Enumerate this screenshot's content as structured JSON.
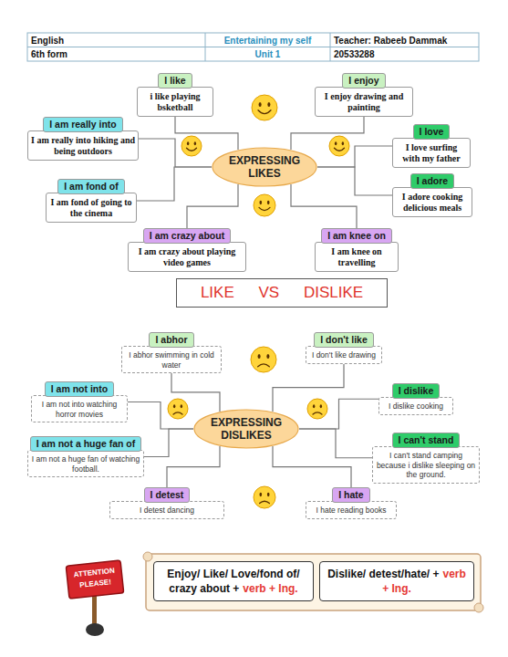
{
  "diagram": {
    "nodes": [
      {
        "text": [
          "EXPRESSING LIKES"
        ]
      },
      {
        "text": [
          "I like",
          "i like playing bsketball"
        ]
      },
      {
        "text": [
          "I enjoy",
          "I enjoy drawing and painting"
        ]
      },
      {
        "text": [
          "I am really into",
          "I am really into hiking and being outdoors"
        ]
      },
      {
        "text": [
          "I love",
          "I love surfing with my father"
        ]
      },
      {
        "text": [
          "I am fond of",
          "I am fond of going to the cinema"
        ]
      },
      {
        "text": [
          "I adore",
          "I adore cooking delicious meals"
        ]
      },
      {
        "text": [
          "I am crazy about",
          "I am crazy about playing video games"
        ]
      },
      {
        "text": [
          "I am knee on",
          "I am knee on travelling"
        ]
      },
      {
        "text": [
          "LIKE VS DISLIKE"
        ]
      },
      {
        "text": [
          "EXPRESSING DISLIKES"
        ]
      },
      {
        "text": [
          "I abhor",
          "I abhor swimming in cold water"
        ]
      },
      {
        "text": [
          "I don't like",
          "I don't like drawing"
        ]
      },
      {
        "text": [
          "I am not into",
          "I am not into watching horror movies"
        ]
      },
      {
        "text": [
          "I dislike",
          "I dislike cooking"
        ]
      },
      {
        "text": [
          "I am not a huge fan of",
          "I am not a huge fan of watching football."
        ]
      },
      {
        "text": [
          "I can't stand",
          "I can't stand camping because i dislike sleeping on the ground."
        ]
      },
      {
        "text": [
          "I detest",
          "I detest dancing"
        ]
      },
      {
        "text": [
          "I hate",
          "I hate reading books"
        ]
      },
      {
        "text": [
          "Enjoy/ Like/ Love/fond of/ crazy about +",
          "verb + Ing."
        ]
      },
      {
        "text": [
          "Dislike/ detest/hate/ +",
          "verb + Ing."
        ]
      }
    ],
    "edges": [
      {
        "from": 0,
        "to": 1,
        "arrow": "none"
      },
      {
        "from": 0,
        "to": 2,
        "arrow": "none"
      },
      {
        "from": 0,
        "to": 3,
        "arrow": "none"
      },
      {
        "from": 0,
        "to": 4,
        "arrow": "none"
      },
      {
        "from": 0,
        "to": 5,
        "arrow": "none"
      },
      {
        "from": 0,
        "to": 6,
        "arrow": "none"
      },
      {
        "from": 0,
        "to": 7,
        "arrow": "none"
      },
      {
        "from": 0,
        "to": 8,
        "arrow": "none"
      },
      {
        "from": 10,
        "to": 11,
        "arrow": "none"
      },
      {
        "from": 10,
        "to": 12,
        "arrow": "none"
      },
      {
        "from": 10,
        "to": 13,
        "arrow": "none"
      },
      {
        "from": 10,
        "to": 14,
        "arrow": "none"
      },
      {
        "from": 10,
        "to": 15,
        "arrow": "none"
      },
      {
        "from": 10,
        "to": 16,
        "arrow": "none"
      },
      {
        "from": 10,
        "to": 17,
        "arrow": "none"
      },
      {
        "from": 10,
        "to": 18,
        "arrow": "none"
      }
    ],
    "labels": [
      "English",
      "Entertaining my self",
      "Teacher: Rabeeb Dammak",
      "6th form",
      "Unit 1",
      "20533288",
      "ATTENTION PLEASE!"
    ]
  }
}
